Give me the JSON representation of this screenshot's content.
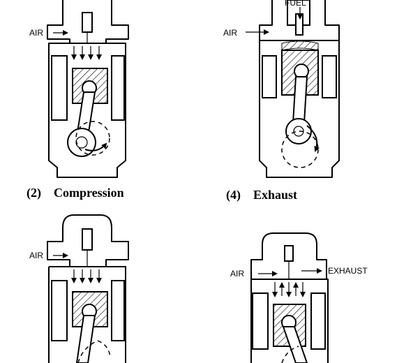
{
  "panels": [
    {
      "caption": "(2)    Compression",
      "labels": {
        "air": "AIR"
      }
    },
    {
      "caption": "(4)    Exhaust",
      "labels": {
        "air": "AIR",
        "fuel": "FUEL"
      }
    },
    {
      "caption": "",
      "labels": {
        "air": "AIR"
      }
    },
    {
      "caption": "",
      "labels": {
        "air": "AIR",
        "exhaust": "EXHAUST"
      }
    }
  ]
}
